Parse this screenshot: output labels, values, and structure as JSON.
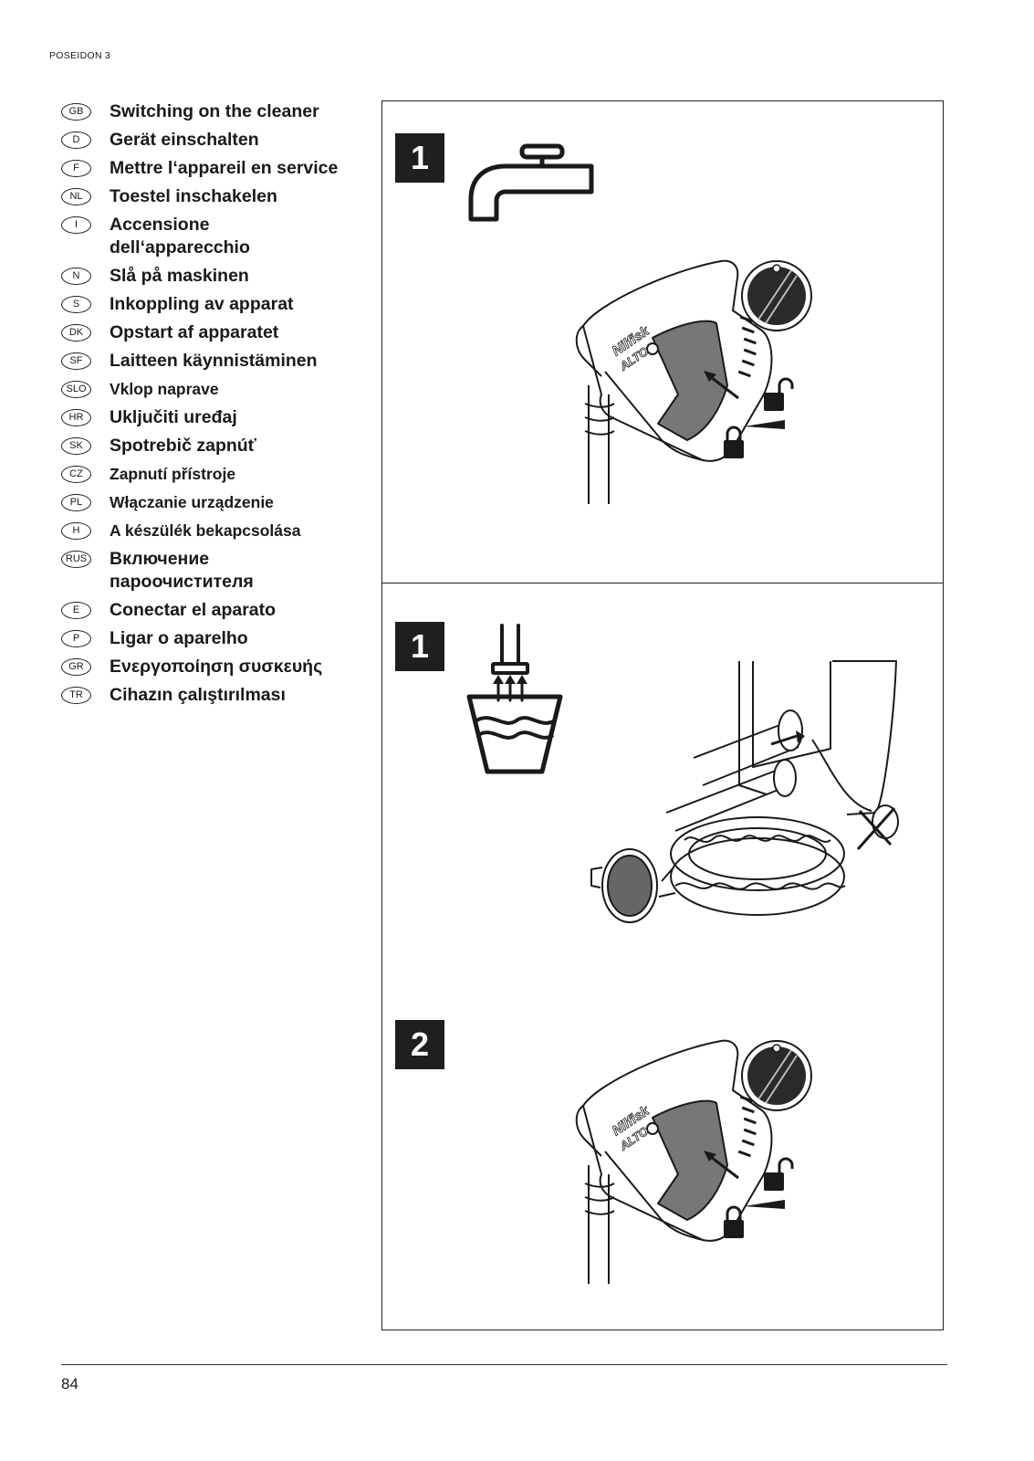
{
  "header": {
    "product": "POSEIDON 3"
  },
  "languages": [
    {
      "code": "GB",
      "title": "Switching on the cleaner"
    },
    {
      "code": "D",
      "title": "Gerät einschalten"
    },
    {
      "code": "F",
      "title": "Mettre l‘appareil en service"
    },
    {
      "code": "NL",
      "title": "Toestel inschakelen"
    },
    {
      "code": "I",
      "title": "Accensione\ndell‘apparecchio"
    },
    {
      "code": "N",
      "title": "Slå på maskinen"
    },
    {
      "code": "S",
      "title": "Inkoppling av apparat"
    },
    {
      "code": "DK",
      "title": "Opstart af apparatet"
    },
    {
      "code": "SF",
      "title": "Laitteen käynnistäminen"
    },
    {
      "code": "SLO",
      "title": "Vklop naprave"
    },
    {
      "code": "HR",
      "title": "Uključiti uređaj"
    },
    {
      "code": "SK",
      "title": "Spotrebič zapnúť"
    },
    {
      "code": "CZ",
      "title": "Zapnutí přístroje"
    },
    {
      "code": "PL",
      "title": "Włączanie urządzenie"
    },
    {
      "code": "H",
      "title": "A készülék bekapcsolása"
    },
    {
      "code": "RUS",
      "title": "Включение\nпароочистителя"
    },
    {
      "code": "E",
      "title": "Conectar el aparato"
    },
    {
      "code": "P",
      "title": "Ligar o aparelho"
    },
    {
      "code": "GR",
      "title": "Ενεργοποίηση συσκευής"
    },
    {
      "code": "TR",
      "title": "Cihazın çalıştırılması"
    }
  ],
  "panels": [
    {
      "step": "1",
      "brand_top": "Nilfisk",
      "brand_bottom": "ALTO"
    },
    {
      "step": "1"
    },
    {
      "step": "2",
      "brand_top": "Nilfisk",
      "brand_bottom": "ALTO"
    }
  ],
  "footer": {
    "page_number": "84"
  }
}
